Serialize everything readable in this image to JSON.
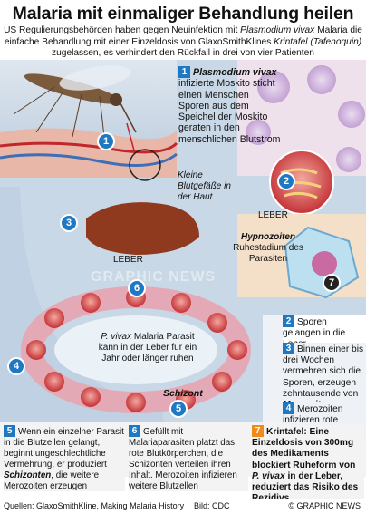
{
  "title": "Malaria mit einmaliger Behandlung heilen",
  "intro": {
    "part1": "US Regulierungsbehörden haben gegen Neuinfektion mit ",
    "species": "Plasmodium vivax",
    "part2": " Malaria die einfache Behandlung mit einer Einzeldosis von GlaxoSmithKlines ",
    "drug": "Krintafel (Tafenoquin)",
    "part3": " zugelassen, es verhindert den Rückfall in drei von vier Patienten"
  },
  "steps": {
    "s1_num": "1",
    "s1_species": "Plasmodium vivax",
    "s1_text": " infizierte Moskito sticht einen Menschen Sporen aus dem Speichel der Moskito geraten in den menschlichen Blutstrom",
    "vessel_caption": "Kleine Blutgefäße in der Haut",
    "s2_num": "2",
    "s2_text": "Sporen gelangen in die Leber",
    "s3_num": "3",
    "s3_text": "Binnen einer bis drei Wochen vermehren sich die Sporen, erzeugen zehntausende von ",
    "s3_term": "Merozoiten",
    "s4_num": "4",
    "s4_text": "Merozoiten infizieren rote Blutkörperchen",
    "s5_num": "5",
    "s5_text_a": "Wenn ein einzelner Parasit in die Blutzellen gelangt, beginnt ungeschlechtliche Vermehrung, er produziert ",
    "s5_term": "Schizonten",
    "s5_text_b": ", die weitere Merozoiten erzeugen",
    "s6_num": "6",
    "s6_text": "Gefüllt mit Malariaparasiten platzt das rote Blutkörperchen, die Schizonten verteilen ihren Inhalt. Merozoiten infizieren weitere Blutzellen",
    "s7_num": "7",
    "s7_text_a": "Krintafel: Eine Einzeldosis von 300mg des Medikaments blockiert Ruheform von ",
    "s7_species": "P. vivax",
    "s7_text_b": " in der Leber, reduziert das Risiko des Rezidivs"
  },
  "labels": {
    "liver_left": "LEBER",
    "liver_right": "LEBER",
    "hypnozoiten": "Hypnozoiten",
    "hypnozoiten_sub": "Ruhestadium des Parasiten",
    "cycle_species": "P. vivax",
    "cycle_text": " Malaria Parasit kann in der Leber für ein Jahr oder länger ruhen",
    "schizont": "Schizont",
    "watermark": "GRAPHIC NEWS"
  },
  "footer": {
    "sources": "Quellen: GlaxoSmithKline, Making Malaria History",
    "image": "Bild: CDC",
    "copyright": "© GRAPHIC NEWS"
  },
  "colors": {
    "accent": "#1e78c2",
    "orange": "#f08a1c",
    "blood": "#c0262c"
  }
}
